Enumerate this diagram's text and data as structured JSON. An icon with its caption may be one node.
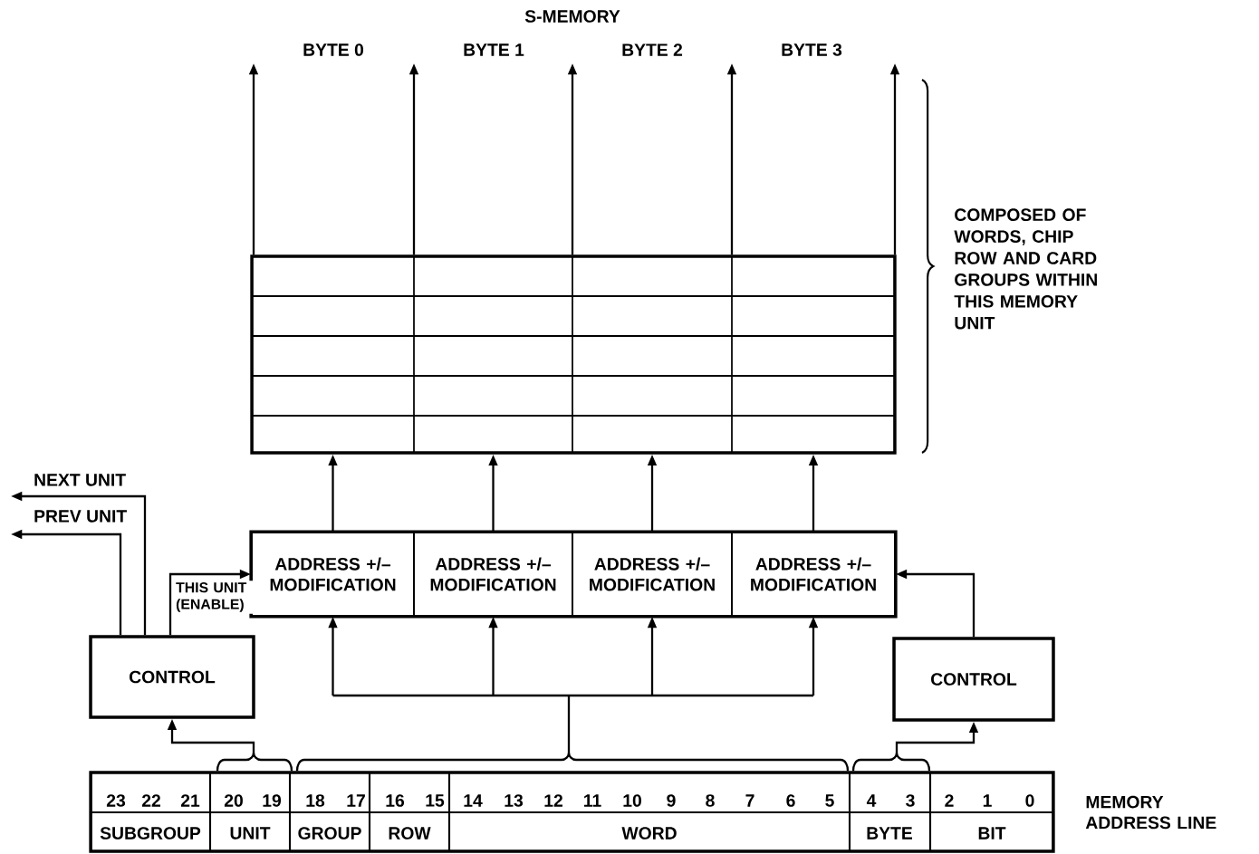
{
  "diagram": {
    "title": "S-MEMORY",
    "nodes": [
      {
        "text": [],
        "shape": "box",
        "beside": [
          "COMPOSED OF WORDS, CHIP ROW AND CARD GROUPS WITHIN THIS MEMORY UNIT"
        ]
      },
      {
        "text": [
          "ADDRESS +/– MODIFICATION"
        ]
      },
      {
        "text": [
          "ADDRESS +/– MODIFICATION"
        ]
      },
      {
        "text": [
          "ADDRESS +/– MODIFICATION"
        ]
      },
      {
        "text": [
          "ADDRESS +/– MODIFICATION"
        ]
      },
      {
        "text": [
          "CONTROL"
        ]
      },
      {
        "text": [
          "CONTROL"
        ]
      },
      {
        "text": [],
        "shape": "box"
      }
    ],
    "edges": [
      {
        "from": 0,
        "to": null,
        "arrow": "to"
      },
      {
        "from": 0,
        "to": null,
        "arrow": "to"
      },
      {
        "from": 0,
        "to": null,
        "arrow": "to"
      },
      {
        "from": 0,
        "to": null,
        "arrow": "to"
      },
      {
        "from": 0,
        "to": null,
        "arrow": "to"
      },
      {
        "from": 1,
        "to": 0,
        "arrow": "to"
      },
      {
        "from": 2,
        "to": 0,
        "arrow": "to"
      },
      {
        "from": 3,
        "to": 0,
        "arrow": "to"
      },
      {
        "from": 4,
        "to": 0,
        "arrow": "to"
      },
      {
        "from": 7,
        "to": 5,
        "arrow": "to"
      },
      {
        "from": 7,
        "to": 1,
        "arrow": "to"
      },
      {
        "from": 7,
        "to": 2,
        "arrow": "to"
      },
      {
        "from": 7,
        "to": 3,
        "arrow": "to"
      },
      {
        "from": 7,
        "to": 4,
        "arrow": "to"
      },
      {
        "from": 7,
        "to": 6,
        "arrow": "to"
      },
      {
        "from": 5,
        "to": null,
        "arrow": "to",
        "label": "NEXT UNIT"
      },
      {
        "from": 5,
        "to": null,
        "arrow": "to",
        "label": "PREV UNIT"
      },
      {
        "from": 5,
        "to": 1,
        "arrow": "to",
        "label": "THIS UNIT (ENABLE)"
      },
      {
        "from": 6,
        "to": 4,
        "arrow": "to"
      }
    ],
    "labels": [
      "BYTE 0",
      "BYTE 1",
      "BYTE 2",
      "BYTE 3",
      "23",
      "22",
      "21",
      "20",
      "19",
      "18",
      "17",
      "16",
      "15",
      "14",
      "13",
      "12",
      "11",
      "10",
      "9",
      "8",
      "7",
      "6",
      "5",
      "4",
      "3",
      "2",
      "1",
      "0",
      "SUBGROUP",
      "UNIT",
      "GROUP",
      "ROW",
      "WORD",
      "BYTE",
      "BIT",
      "MEMORY ADDRESS LINE"
    ]
  }
}
